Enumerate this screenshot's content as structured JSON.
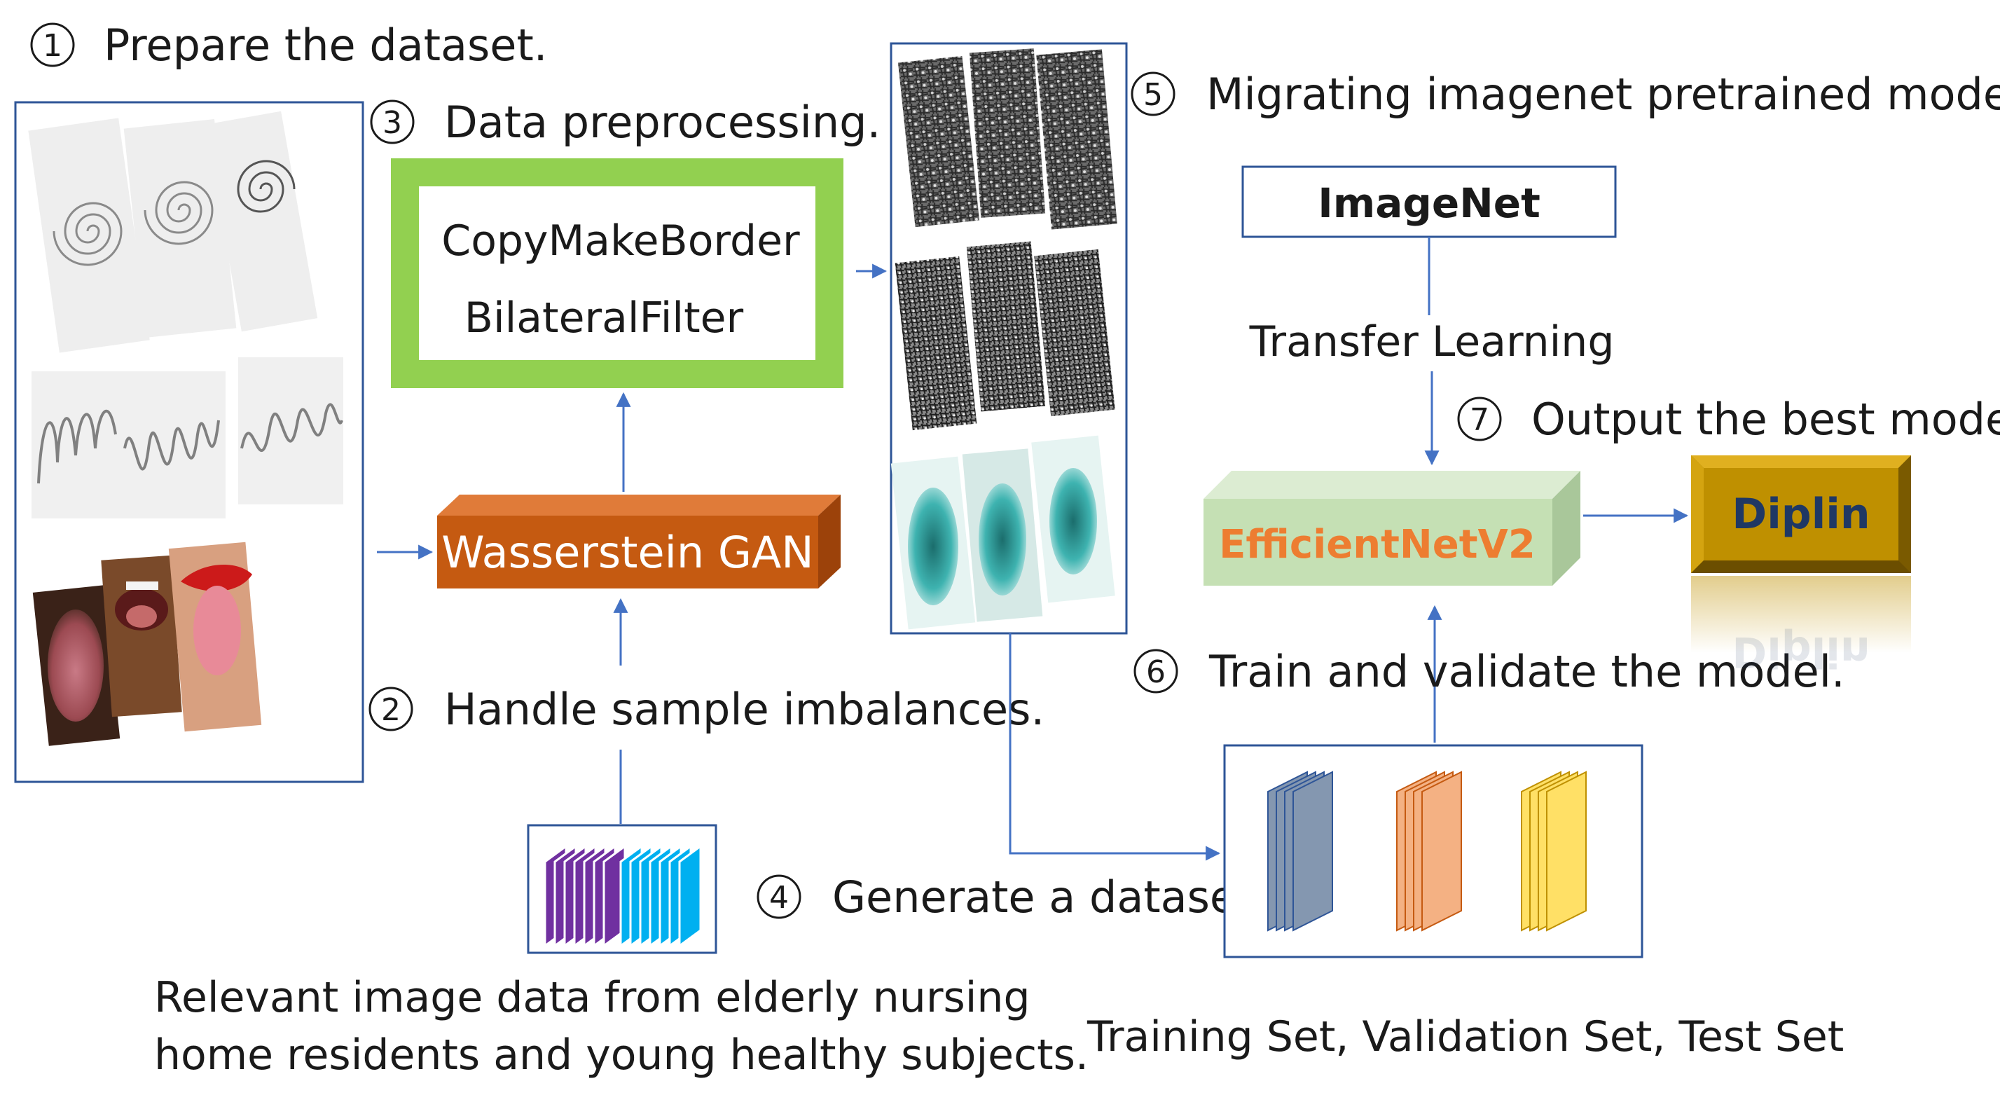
{
  "steps": {
    "s1": {
      "num": "1",
      "text": "Prepare the dataset."
    },
    "s2": {
      "num": "2",
      "text": "Handle sample imbalances."
    },
    "s3": {
      "num": "3",
      "text": "Data preprocessing."
    },
    "s4": {
      "num": "4",
      "text": "Generate a dataset."
    },
    "s5": {
      "num": "5",
      "text": "Migrating imagenet pretrained models."
    },
    "s6": {
      "num": "6",
      "text": "Train and validate the model."
    },
    "s7": {
      "num": "7",
      "text": "Output the best model."
    }
  },
  "preprocess": {
    "line1": "CopyMakeBorder",
    "line2": "BilateralFilter"
  },
  "gan": {
    "label": "Wasserstein GAN"
  },
  "imagenet": {
    "label": "ImageNet"
  },
  "transfer": {
    "label": "Transfer Learning"
  },
  "model": {
    "label": "EfficientNetV2"
  },
  "output": {
    "label": "Diplin",
    "reflection": "Diplin"
  },
  "source_data": {
    "line1": "Relevant image data from elderly nursing",
    "line2": "home residents and young healthy subjects."
  },
  "splits": {
    "label": "Training Set, Validation Set, Test Set"
  },
  "colors": {
    "green_border": "#92d050",
    "gan_orange": "#c55a11",
    "effnet_green": "#c5e0b4",
    "effnet_text": "#ed7d31",
    "diplin_gold": "#bf9000",
    "diplin_text": "#1f3864",
    "arrow_blue": "#4472c4",
    "train_blue": "#8497b0",
    "val_orange": "#f4b183",
    "test_yellow": "#ffe066",
    "stack_purple": "#7030a0",
    "stack_cyan": "#00b0f0"
  }
}
